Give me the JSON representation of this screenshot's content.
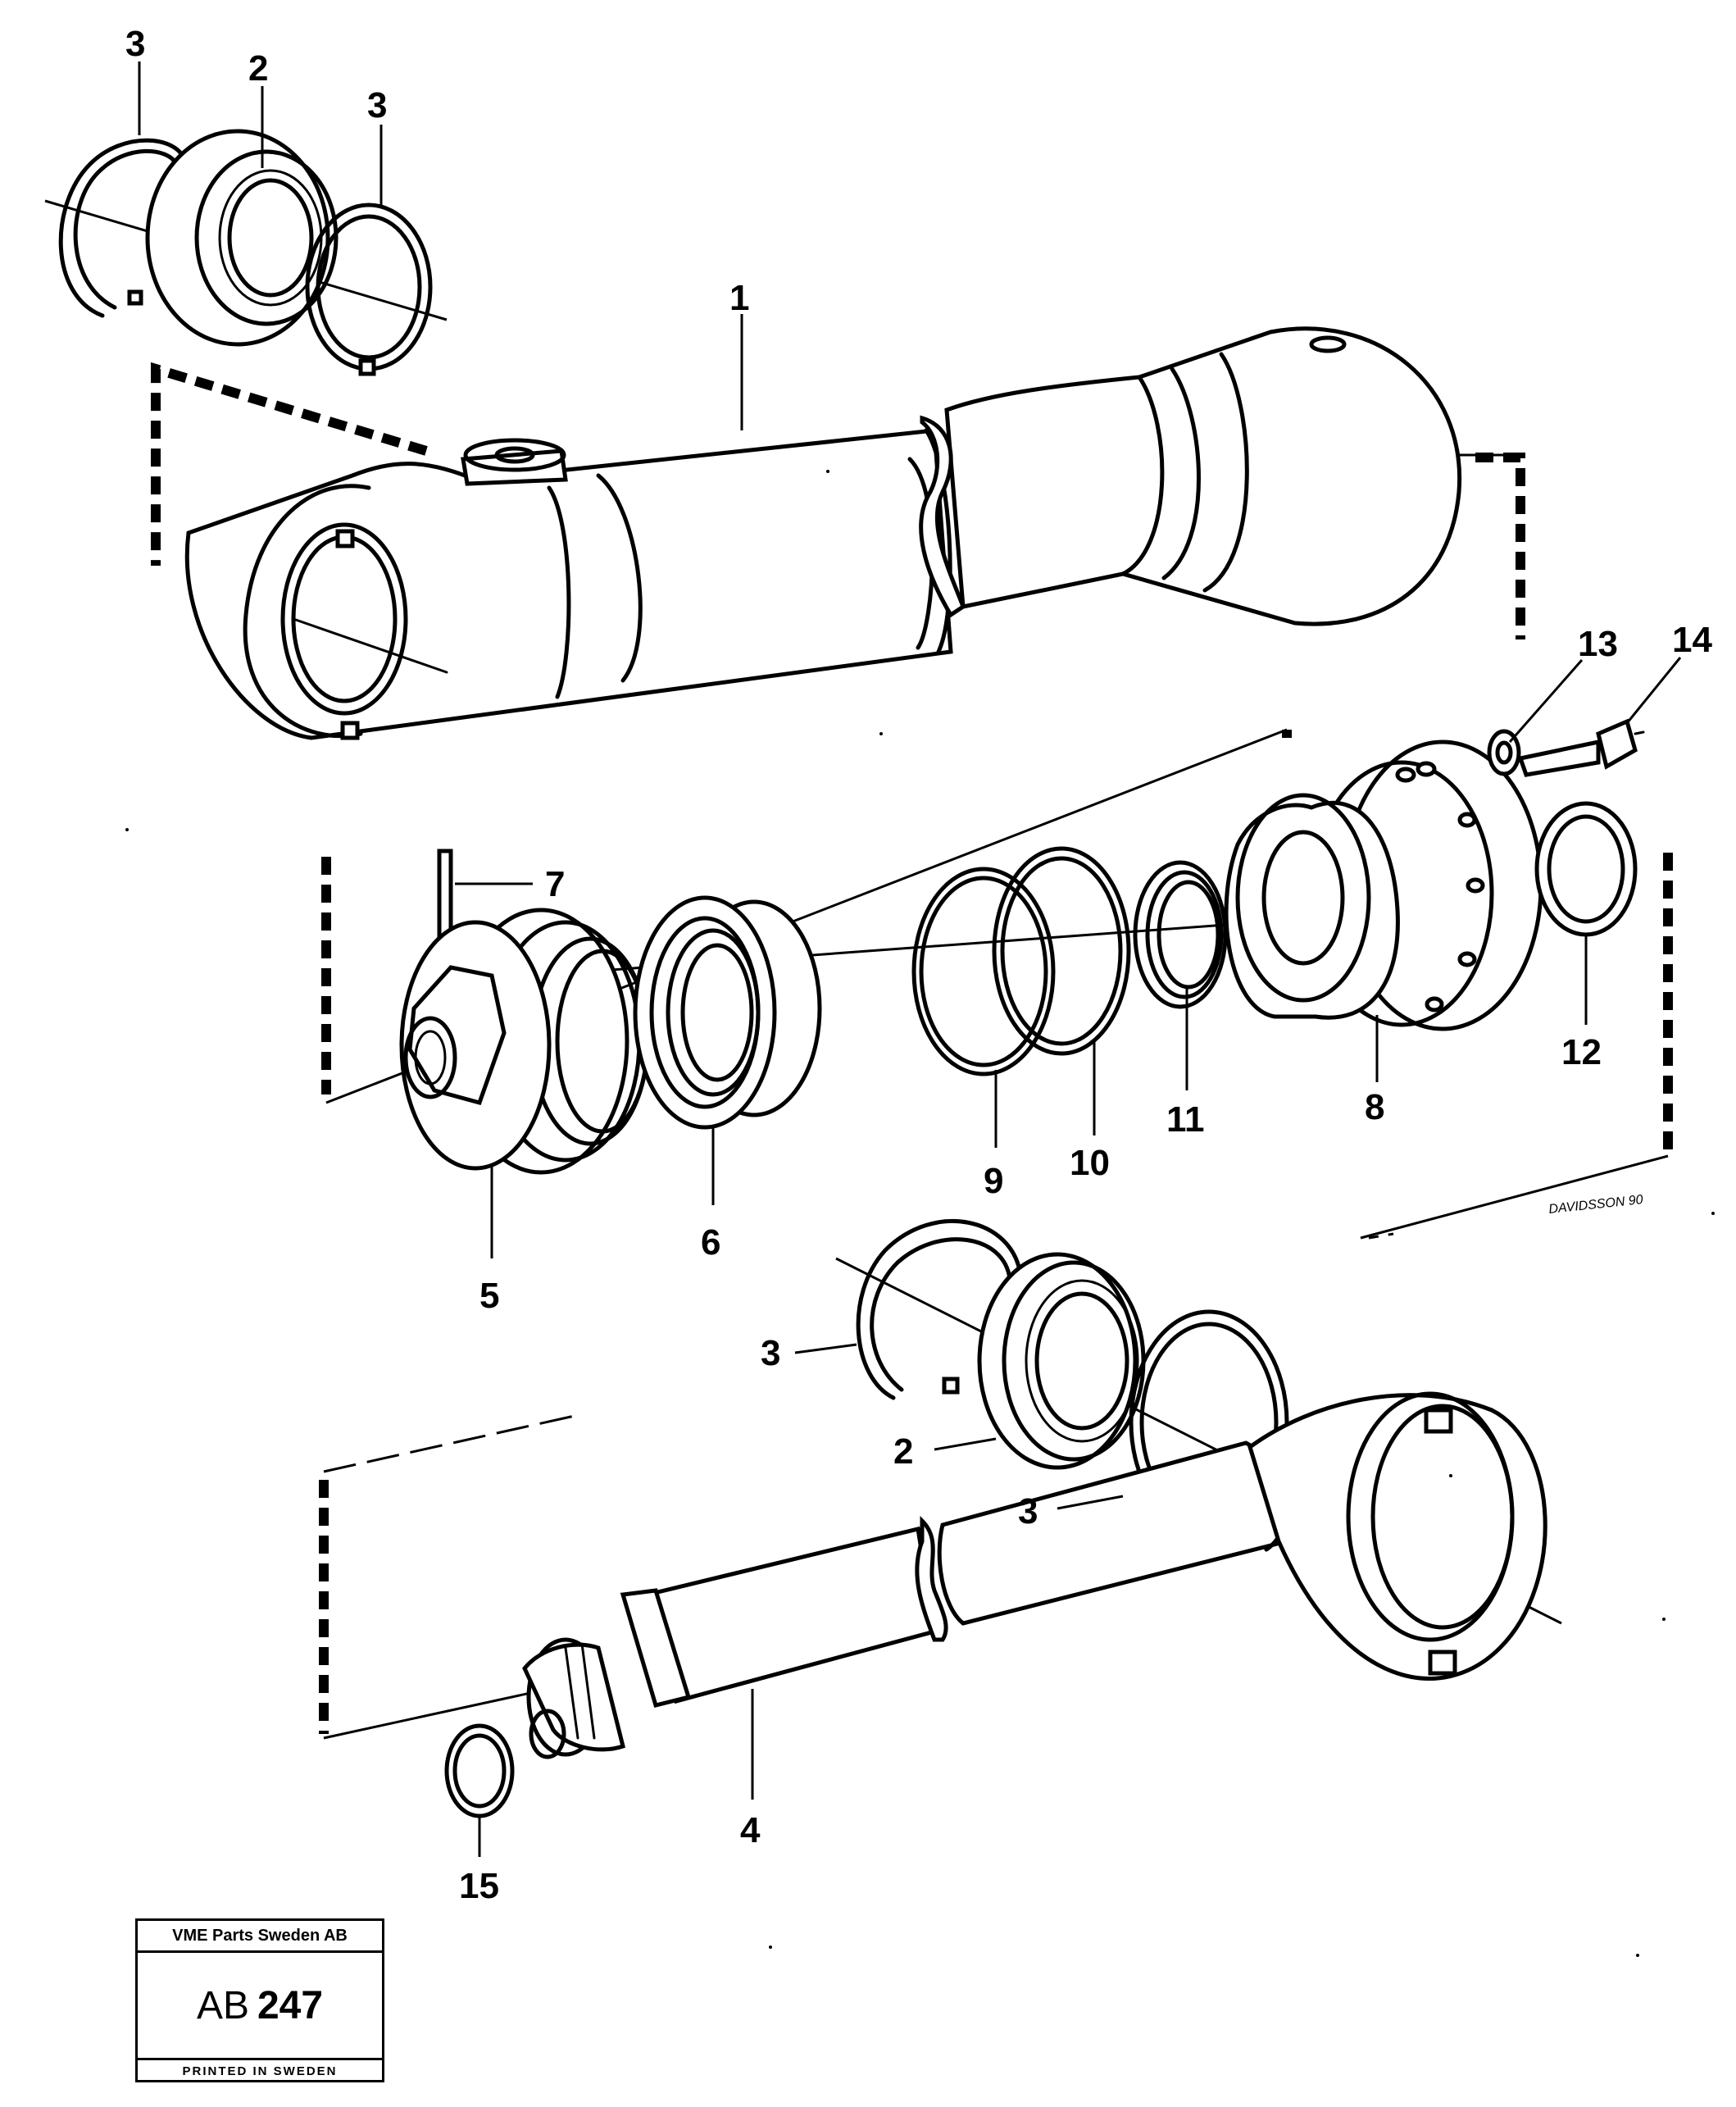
{
  "callouts": [
    "3",
    "2",
    "3",
    "1",
    "13",
    "14",
    "7",
    "12",
    "8",
    "11",
    "10",
    "9",
    "6",
    "5",
    "3",
    "2",
    "3",
    "4",
    "15"
  ],
  "signature": "DAVIDSSON 90",
  "stamp": {
    "company": "VME Parts Sweden AB",
    "code_prefix": "AB",
    "code_number": "247",
    "printed": "PRINTED IN SWEDEN"
  }
}
